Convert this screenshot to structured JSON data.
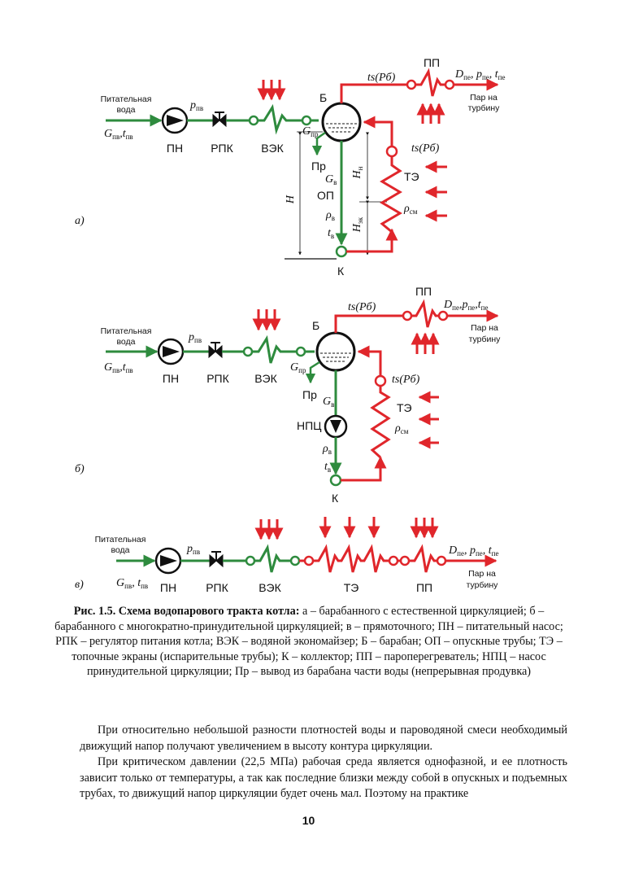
{
  "diagram_a": {
    "variant_label": "а)",
    "feed_label_1": "Питательная",
    "feed_label_2": "вода",
    "feed_flow": "G",
    "feed_flow_sub": "пв",
    "feed_temp": "t",
    "feed_temp_sub": "пв",
    "feed_pressure": "p",
    "feed_pressure_sub": "пв",
    "pump": "ПН",
    "valve": "РПК",
    "economizer": "ВЭК",
    "drum": "Б",
    "blowdown_flow": "G",
    "blowdown_flow_sub": "пр",
    "blowdown": "Пр",
    "down_flow": "G",
    "down_flow_sub": "в",
    "downcomer": "ОП",
    "density": "ρ",
    "density_sub": "в",
    "temp": "t",
    "temp_sub": "в",
    "height_total": "H",
    "height_upper": "H",
    "height_upper_sub": "н",
    "height_lower": "H",
    "height_lower_sub": "эк",
    "collector": "К",
    "screens": "ТЭ",
    "mix_density": "ρ",
    "mix_density_sub": "см",
    "sat_temp": "ts(Pб)",
    "superheater": "ПП",
    "steam_out": "D",
    "steam_out_sub": "пе",
    "steam_p": "p",
    "steam_p_sub": "пе",
    "steam_t": "t",
    "steam_t_sub": "пе",
    "turbine_1": "Пар на",
    "turbine_2": "турбину"
  },
  "diagram_b": {
    "variant_label": "б)",
    "feed_label_1": "Питательная",
    "feed_label_2": "вода",
    "pump": "ПН",
    "valve": "РПК",
    "economizer": "ВЭК",
    "drum": "Б",
    "blowdown": "Пр",
    "circ_pump": "НПЦ",
    "collector": "К",
    "screens": "ТЭ",
    "superheater": "ПП",
    "turbine_1": "Пар на",
    "turbine_2": "турбину"
  },
  "diagram_c": {
    "variant_label": "в)",
    "feed_label_1": "Питательная",
    "feed_label_2": "вода",
    "pump": "ПН",
    "valve": "РПК",
    "economizer": "ВЭК",
    "screens": "ТЭ",
    "superheater": "ПП",
    "turbine_1": "Пар на",
    "turbine_2": "турбину"
  },
  "caption": {
    "bold": "Рис. 1.5. Схема водопарового тракта котла:",
    "text": " а – барабанного с естественной циркуляцией; б – барабанного с многократно-принудительной циркуляцией; в – прямоточного; ПН – питательный насос; РПК – регулятор питания котла; ВЭК – водяной экономайзер; Б – барабан; ОП – опускные трубы; ТЭ – топочные экраны (испарительные трубы); К – коллектор; ПП – пароперегреватель; НПЦ – насос принудительной циркуляции; Пр – вывод из барабана части воды (непрерывная продувка)"
  },
  "body": {
    "p1": "При относительно небольшой разности плотностей воды и пароводяной смеси необходимый движущий напор получают увеличением в высоту контура циркуляции.",
    "p2": "При критическом давлении (22,5 МПа) рабочая среда является однофазной, и ее плотность зависит только от температуры, а так как последние близки между собой в опускных и подъемных трубах, то движущий напор циркуляции будет очень мал. Поэтому на практике"
  },
  "page_number": "10",
  "colors": {
    "water": "#2e8b3e",
    "steam": "#e0262b",
    "line": "#000000"
  }
}
